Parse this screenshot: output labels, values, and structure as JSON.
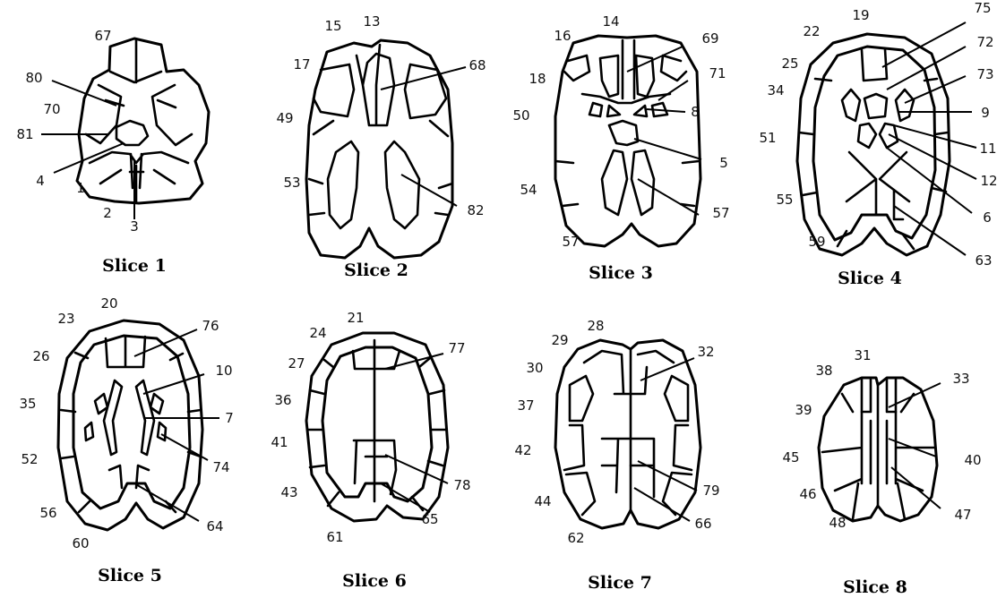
{
  "slices": [
    {
      "caption": "Slice 1",
      "labels": [
        "67",
        "80",
        "70",
        "81",
        "4",
        "1",
        "2",
        "3"
      ]
    },
    {
      "caption": "Slice 2",
      "labels": [
        "15",
        "13",
        "17",
        "68",
        "49",
        "53",
        "82"
      ]
    },
    {
      "caption": "Slice 3",
      "labels": [
        "16",
        "14",
        "69",
        "18",
        "71",
        "50",
        "8",
        "5",
        "54",
        "57",
        "57"
      ]
    },
    {
      "caption": "Slice 4",
      "labels": [
        "19",
        "75",
        "22",
        "72",
        "25",
        "73",
        "34",
        "9",
        "51",
        "11",
        "12",
        "55",
        "6",
        "59",
        "63"
      ]
    },
    {
      "caption": "Slice 5",
      "labels": [
        "20",
        "23",
        "76",
        "26",
        "10",
        "35",
        "7",
        "52",
        "74",
        "64",
        "56",
        "60"
      ]
    },
    {
      "caption": "Slice 6",
      "labels": [
        "21",
        "24",
        "77",
        "27",
        "36",
        "41",
        "78",
        "43",
        "65",
        "61"
      ]
    },
    {
      "caption": "Slice 7",
      "labels": [
        "28",
        "29",
        "32",
        "30",
        "37",
        "42",
        "79",
        "44",
        "66",
        "62"
      ]
    },
    {
      "caption": "Slice 8",
      "labels": [
        "31",
        "38",
        "33",
        "39",
        "40",
        "45",
        "46",
        "47",
        "48"
      ]
    }
  ]
}
